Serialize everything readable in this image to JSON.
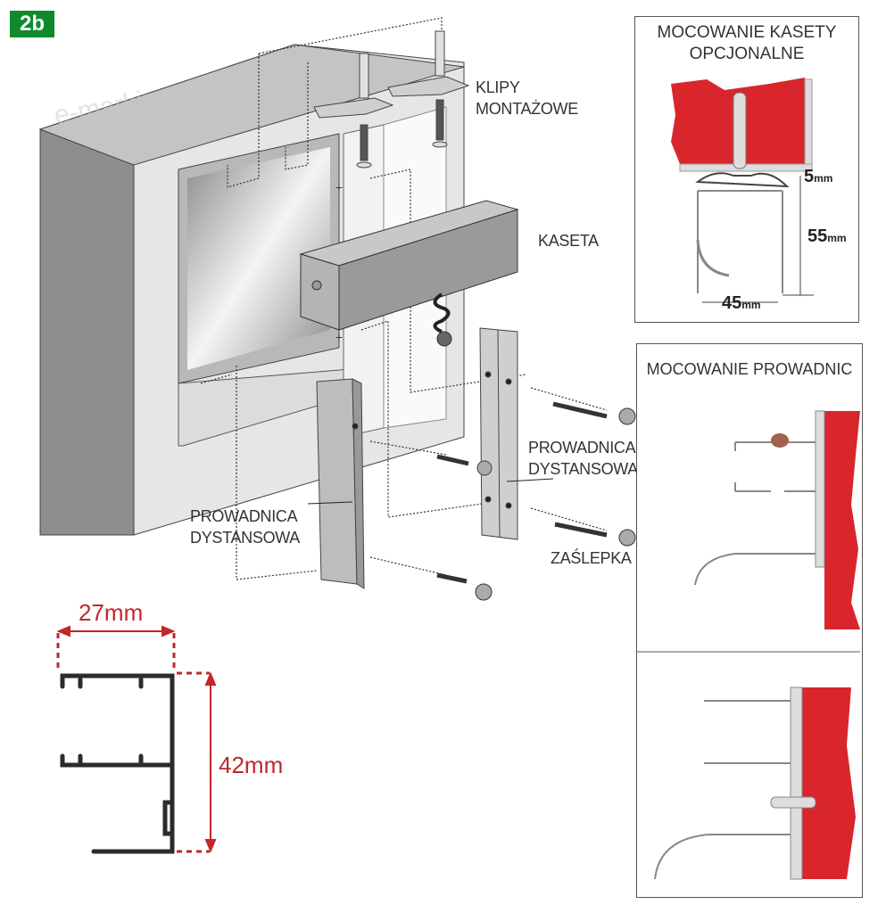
{
  "badge": "2b",
  "watermark": "e-markizy.pl",
  "labels": {
    "clips_line1": "KLIPY",
    "clips_line2": "MONTAŻOWE",
    "cassette": "KASETA",
    "guide_right_line1": "PROWADNICA",
    "guide_right_line2": "DYSTANSOWA",
    "guide_left_line1": "PROWADNICA",
    "guide_left_line2": "DYSTANSOWA",
    "cap": "ZAŚLEPKA"
  },
  "panel_cassette": {
    "title_line1": "MOCOWANIE KASETY",
    "title_line2": "OPCJONALNE",
    "dim_gap": "5",
    "dim_height": "55",
    "dim_width": "45",
    "unit": "mm"
  },
  "panel_guides": {
    "title": "MOCOWANIE PROWADNIC"
  },
  "profile": {
    "width_label": "27mm",
    "height_label": "42mm"
  },
  "colors": {
    "badge": "#0f8a2a",
    "wall_red": "#d9262c",
    "dimension_red": "#c0272d",
    "profile_dark": "#2b2b2b"
  }
}
